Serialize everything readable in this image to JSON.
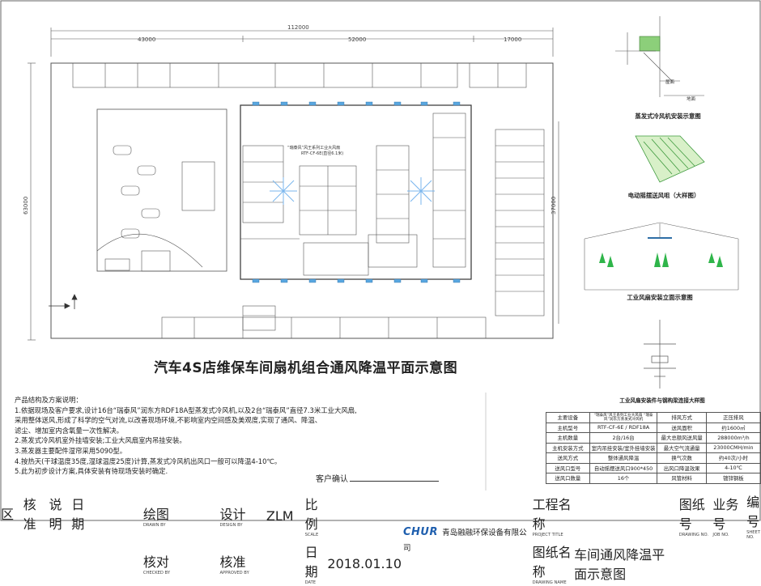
{
  "drawing": {
    "main_title": "汽车4S店维保车间扇机组合通风降温平面示意图",
    "customer_confirm": "客户确认",
    "notes": [
      "产品结构及方案说明：",
      "1.依据现场及客户要求,设计16台“瑞泰风”润东方RDF18A型蒸发式冷风机,以及2台“瑞泰风”直径7.3米工业大风扇,",
      "   采用整体送风,形成了科学的空气对流,以改善现场环境,不影响室内空间感及美观度,实现了通风、降温、",
      "   滤尘、增加室内含氧量一次性解决。",
      "2.蒸发式冷风机室外挂墙安装;工业大风扇室内吊挂安装。",
      "3.蒸发器主要配件湿帘采用5090型。",
      "4.按热天(干球温度35度,湿球温度25度)计算,蒸发式冷风机出风口一般可以降温4-10℃。",
      "5.此为初步设计方案,具体安装有待现场安装时确定."
    ]
  },
  "plan": {
    "dim_total": "112000",
    "dim_left": "43000",
    "dim_mid": "52000",
    "dim_right": "17000",
    "dim_height": "63000",
    "dim_height_right": "37000",
    "fan_label_1": "“瑞泰风”风王系列工业大风扇",
    "fan_label_2": "RTF-CF-6E(直径6.1米)"
  },
  "details": {
    "cooler_install": "蒸发式冷风机安装示意图",
    "louver": "电动摇摆送风咀（大样图）",
    "fan_elevation": "工业风扇安装立面示意图",
    "fan_steel": "工业风扇安装件与钢构梁连接大样图",
    "roof_tag": "屋面",
    "ground_tag": "地面"
  },
  "spec_table": [
    [
      "主要设备",
      "“瑞泰风”风王系列工业大风扇 “瑞泰风”润东方蒸发式冷风机",
      "排风方式",
      "正压排风"
    ],
    [
      "主机型号",
      "RTF-CF-6E / RDF18A",
      "送风面积",
      "约1600㎡"
    ],
    [
      "主机数量",
      "2台/16台",
      "最大总额风送风量",
      "288000m³/h"
    ],
    [
      "主机安装方式",
      "室内吊挂安装/室外挂墙安装",
      "最大空气流通量",
      "23000CMH/min"
    ],
    [
      "送风方式",
      "整体通风降温",
      "换气次数",
      "约40次/小时"
    ],
    [
      "送风口型号",
      "自动摇摆送风口900*450",
      "出风口降温效果",
      "4-10℃"
    ],
    [
      "送风口数量",
      "16个",
      "风管材料",
      "镀锌钢板"
    ]
  ],
  "title_block": {
    "zone": "区",
    "check": "核准",
    "explain": "说明",
    "date": "日期",
    "drawn": "绘图",
    "drawn_en": "DRAWN BY",
    "checked": "核对",
    "checked_en": "CHECKED BY",
    "design": "设计",
    "design_en": "DESIGN BY",
    "approved": "核准",
    "approved_en": "APPROVED BY",
    "designer": "ZLM",
    "scale": "比例",
    "scale_en": "SCALE",
    "date_label": "日期",
    "date_en": "DATE",
    "date_value": "2018.01.10",
    "logo": "CHUR",
    "company": "青岛融融环保设备有限公司",
    "project_title": "工程名称",
    "project_title_en": "PROJECT TITLE",
    "drawing_name": "图纸名称",
    "drawing_name_en": "DRAWING NAME",
    "drawing_name_value": "车间通风降温平面示意图",
    "drawing_no": "图纸号",
    "drawing_no_en": "DRAWING NO.",
    "business_no": "业务号",
    "business_no_en": "JOB NO.",
    "sheet_no": "编号",
    "sheet_no_en": "SHEET NO."
  }
}
